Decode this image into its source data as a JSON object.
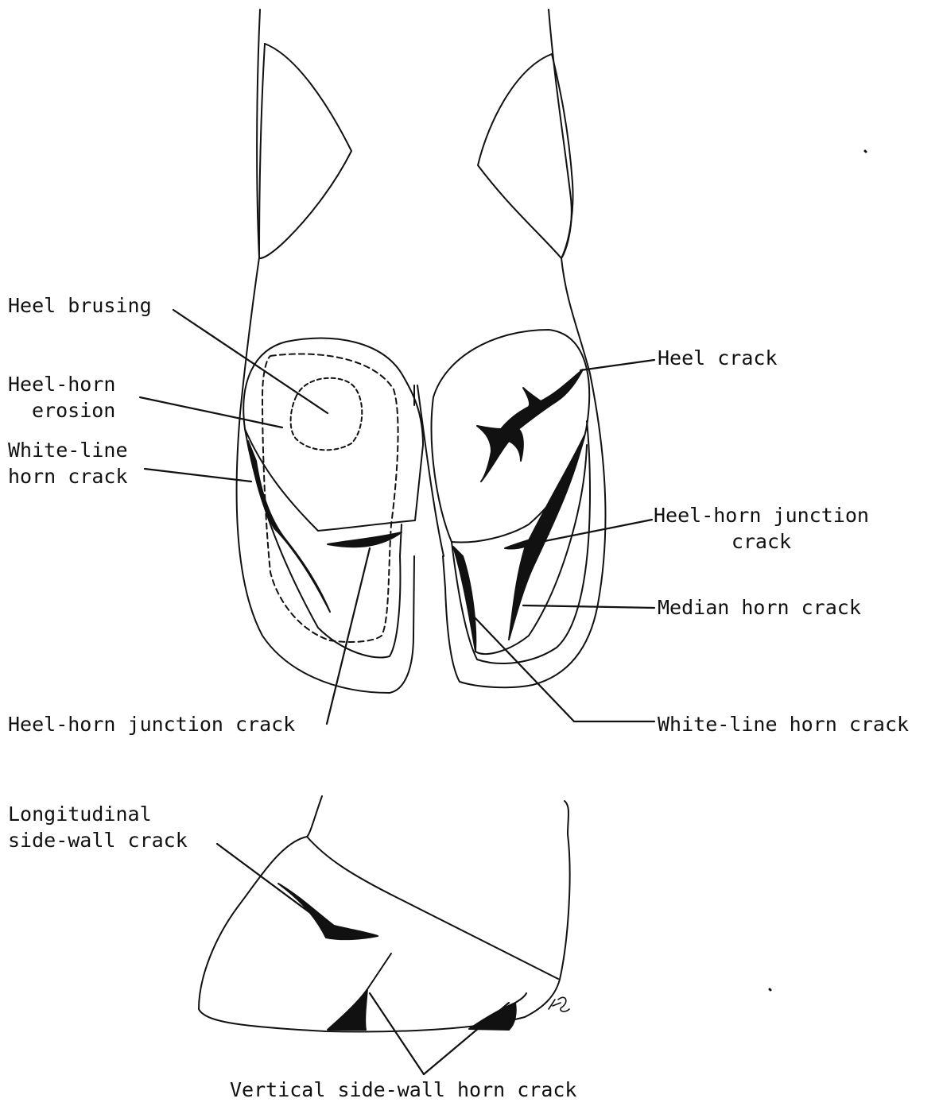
{
  "labels": {
    "heel_brusing": "Heel brusing",
    "heel_horn_erosion": [
      "Heel-horn",
      "erosion"
    ],
    "white_line_horn_crack_left": [
      "White-line",
      "horn crack"
    ],
    "heel_horn_junction_crack_bottom": "Heel-horn junction crack",
    "heel_crack": "Heel crack",
    "heel_horn_junction_crack_right": [
      "Heel-horn junction",
      "crack"
    ],
    "median_horn_crack": "Median horn crack",
    "white_line_horn_crack_right": "White-line horn crack",
    "longitudinal_side_wall_crack": [
      "Longitudinal",
      "side-wall crack"
    ],
    "vertical_side_wall_horn_crack": "Vertical side-wall horn crack"
  },
  "colors": {
    "ink": "#111111",
    "background": "#ffffff"
  }
}
